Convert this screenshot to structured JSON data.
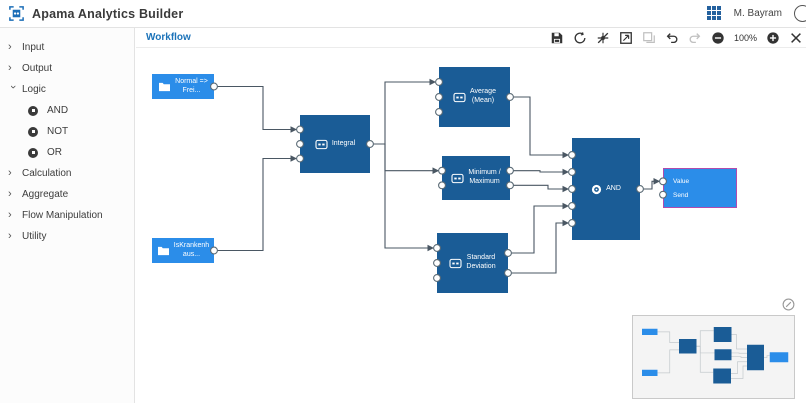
{
  "header": {
    "title": "Apama Analytics Builder",
    "user": "M. Bayram"
  },
  "sidebar": {
    "items": [
      {
        "label": "Input",
        "expanded": false
      },
      {
        "label": "Output",
        "expanded": false
      },
      {
        "label": "Logic",
        "expanded": true
      },
      {
        "label": "Calculation",
        "expanded": false
      },
      {
        "label": "Aggregate",
        "expanded": false
      },
      {
        "label": "Flow Manipulation",
        "expanded": false
      },
      {
        "label": "Utility",
        "expanded": false
      }
    ],
    "logic_children": [
      "AND",
      "NOT",
      "OR"
    ]
  },
  "canvas": {
    "tab": "Workflow",
    "toolbar": {
      "zoom_level": "100%",
      "icons": [
        "save",
        "validate",
        "test-mode",
        "zoom-to-fit",
        "copy",
        "undo",
        "redo",
        "zoom-out",
        "zoom-in",
        "close"
      ]
    },
    "blocks": [
      {
        "id": "input-normal",
        "lines": [
          "Normal =>",
          "Frei..."
        ],
        "type": "input",
        "ports_in": 0,
        "ports_out": 1
      },
      {
        "id": "input-krankenhaus",
        "lines": [
          "IsKrankenh",
          "aus..."
        ],
        "type": "input",
        "ports_in": 0,
        "ports_out": 1
      },
      {
        "id": "integral",
        "lines": [
          "Integral"
        ],
        "type": "function",
        "ports_in": 3,
        "ports_out": 1
      },
      {
        "id": "average",
        "lines": [
          "Average",
          "(Mean)"
        ],
        "type": "function",
        "ports_in": 3,
        "ports_out": 1
      },
      {
        "id": "minmax",
        "lines": [
          "Minimum /",
          "Maximum"
        ],
        "type": "function",
        "ports_in": 2,
        "ports_out": 2
      },
      {
        "id": "stddev",
        "lines": [
          "Standard",
          "Deviation"
        ],
        "type": "function",
        "ports_in": 3,
        "ports_out": 2
      },
      {
        "id": "and",
        "lines": [
          "AND"
        ],
        "type": "logic",
        "ports_in": 5,
        "ports_out": 1
      },
      {
        "id": "output",
        "lines": [],
        "type": "output",
        "ports_in": 2,
        "ports_out": 0,
        "port_labels": [
          "Value",
          "Send"
        ],
        "selected": true
      }
    ],
    "connections": [
      {
        "from": "input-normal",
        "from_port": 0,
        "to": "integral",
        "to_port": 0
      },
      {
        "from": "input-krankenhaus",
        "from_port": 0,
        "to": "integral",
        "to_port": 2
      },
      {
        "from": "integral",
        "from_port": 0,
        "to": "average",
        "to_port": 0
      },
      {
        "from": "integral",
        "from_port": 0,
        "to": "minmax",
        "to_port": 0
      },
      {
        "from": "integral",
        "from_port": 0,
        "to": "stddev",
        "to_port": 0
      },
      {
        "from": "average",
        "from_port": 0,
        "to": "and",
        "to_port": 0
      },
      {
        "from": "minmax",
        "from_port": 0,
        "to": "and",
        "to_port": 1
      },
      {
        "from": "minmax",
        "from_port": 1,
        "to": "and",
        "to_port": 2
      },
      {
        "from": "stddev",
        "from_port": 0,
        "to": "and",
        "to_port": 3
      },
      {
        "from": "stddev",
        "from_port": 1,
        "to": "and",
        "to_port": 4
      },
      {
        "from": "and",
        "from_port": 0,
        "to": "output",
        "to_port": 0
      }
    ]
  },
  "colors": {
    "accent_blue": "#1c73b9",
    "block_dark": "#1a5c96",
    "block_light": "#2b8de9",
    "selection_border": "#b14bad",
    "wire": "#4a5763",
    "port_stroke": "#5b6b76"
  }
}
